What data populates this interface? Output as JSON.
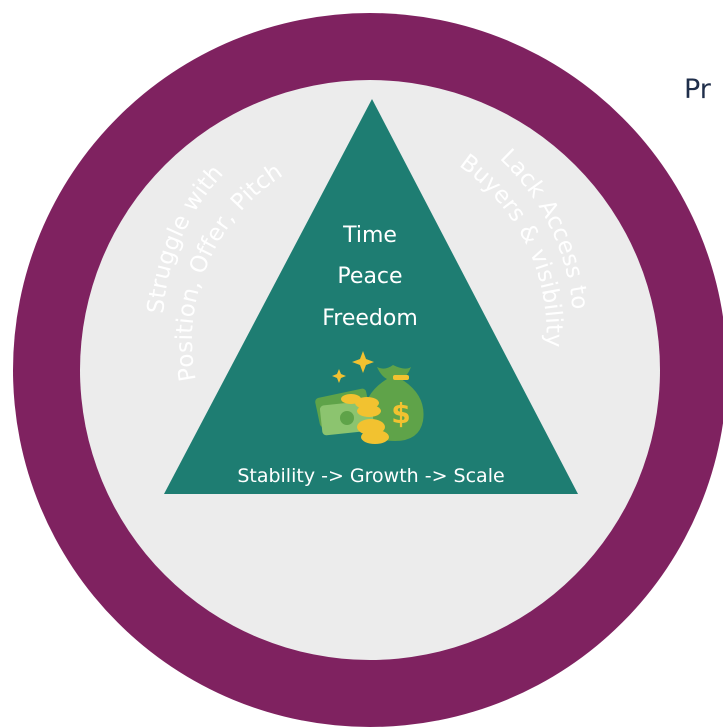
{
  "colors": {
    "outer_ring": "#7f2260",
    "inner_disc": "#ececec",
    "triangle": "#1e7d72",
    "text_light": "#ffffff",
    "text_dark": "#1f2e4a",
    "money_gold": "#f2c230",
    "money_green": "#5fa349"
  },
  "diagram": {
    "left_side_lines": [
      "Struggle with",
      "Position, Offer, Pitch"
    ],
    "right_side_lines": [
      "Lack Access to",
      "Buyers & visibility"
    ],
    "center_lines": [
      "Time",
      "Peace",
      "Freedom"
    ],
    "base_label": "Stability -> Growth -> Scale",
    "center_icon": "money-bag-icon"
  },
  "clipped_title": "Pr"
}
